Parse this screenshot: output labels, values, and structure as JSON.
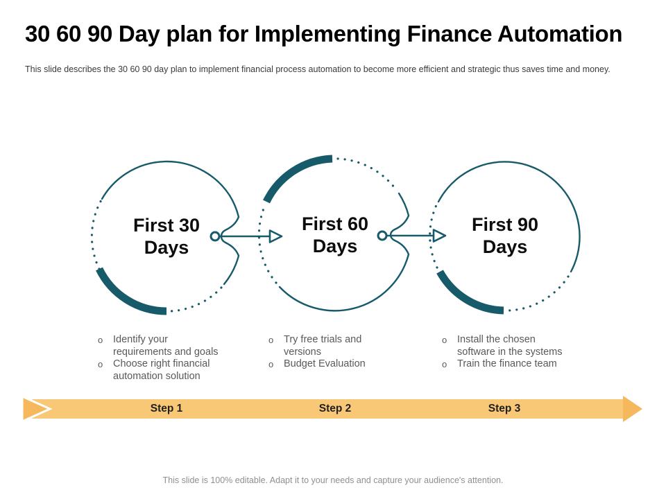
{
  "slide": {
    "title": "30 60 90 Day plan for Implementing Finance Automation",
    "subtitle": "This slide describes the 30 60 90 day plan to implement financial process automation to become more efficient and strategic thus saves time and money.",
    "footer": "This slide is 100% editable. Adapt it to your needs and capture your audience's attention."
  },
  "bullet_marker": "o",
  "phases": [
    {
      "label_line1": "First 30",
      "label_line2": "Days",
      "step": "Step 1",
      "bullets": [
        "Identify your requirements and goals",
        "Choose right financial automation solution"
      ]
    },
    {
      "label_line1": "First 60",
      "label_line2": "Days",
      "step": "Step 2",
      "bullets": [
        "Try free trials and versions",
        "Budget Evaluation"
      ]
    },
    {
      "label_line1": "First 90",
      "label_line2": "Days",
      "step": "Step 3",
      "bullets": [
        "Install the chosen software in the systems",
        "Train the finance team"
      ]
    }
  ],
  "colors": {
    "teal": "#175A6A",
    "band": "#F9C876",
    "band_dark": "#F5B85C",
    "bullet_text": "#595959",
    "footer_text": "#8F8F8F",
    "step_text": "#1F1F1F",
    "title_text": "#000000"
  }
}
